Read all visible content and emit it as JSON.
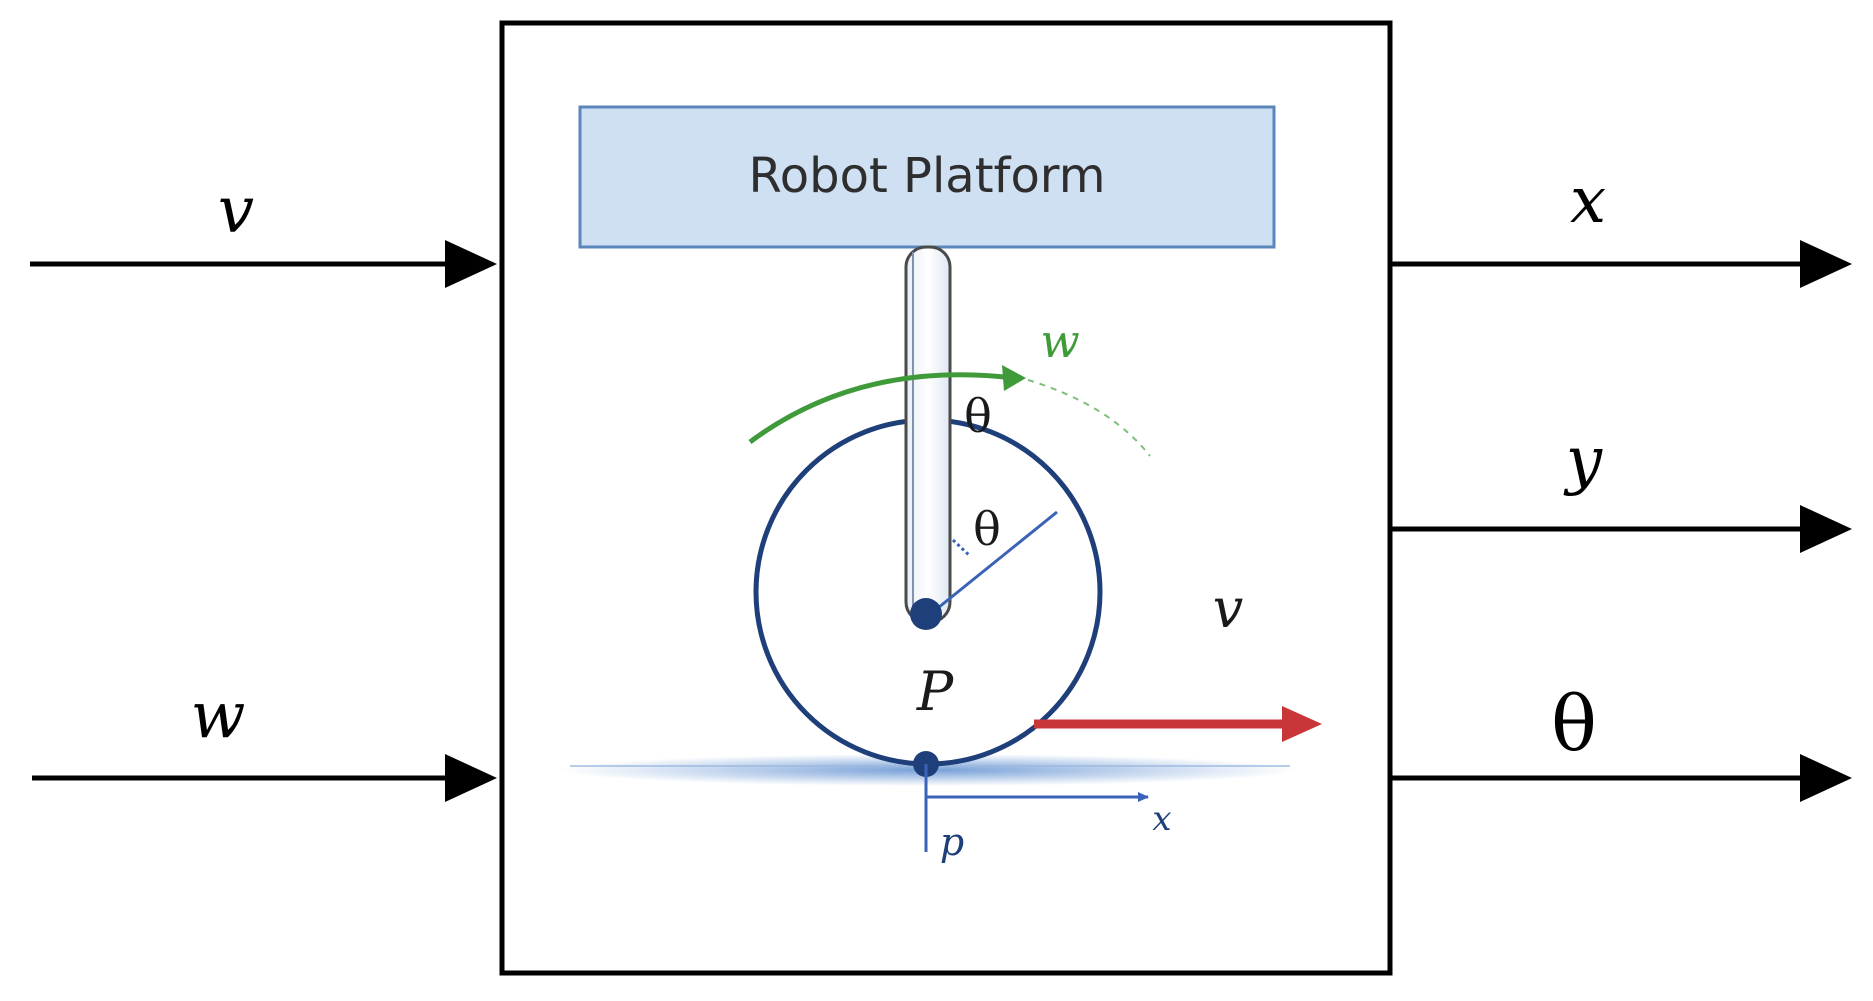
{
  "inputs": {
    "v_label": "v",
    "w_label": "w"
  },
  "outputs": {
    "x_label": "x",
    "y_label": "y",
    "theta_label": "θ"
  },
  "block": {
    "platform_label": "Robot Platform",
    "omega_label": "w",
    "theta_upper_label": "θ",
    "theta_wheel_label": "θ",
    "velocity_label": "v",
    "center_label": "P",
    "contact_label": "p",
    "ground_axis_label": "x"
  },
  "colors": {
    "platform_fill": "#cfe0f3",
    "platform_stroke": "#3e6fa8",
    "wheel_stroke": "#1f3f7a",
    "omega_green": "#3f9a3a",
    "velocity_red": "#c9363a",
    "axis_blue": "#3a62b8"
  }
}
